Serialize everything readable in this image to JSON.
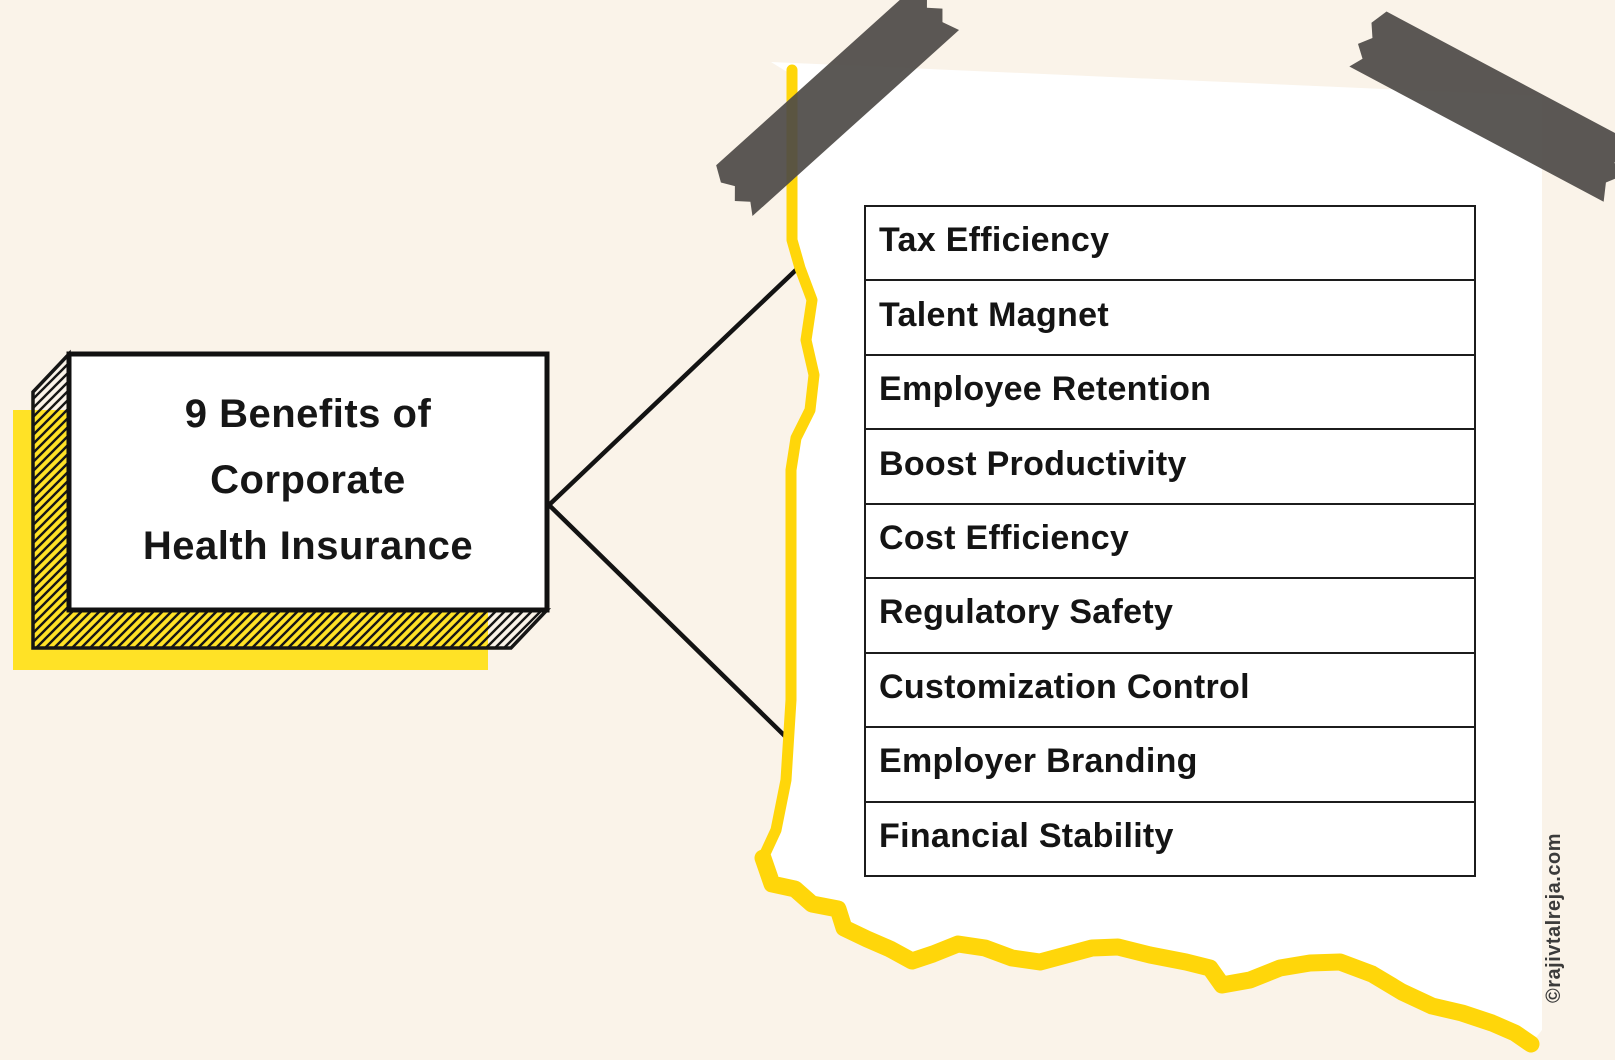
{
  "title_card": {
    "lines": [
      "9 Benefits of",
      "Corporate",
      "Health Insurance"
    ]
  },
  "benefits": [
    "Tax Efficiency",
    "Talent Magnet",
    "Employee Retention",
    "Boost Productivity",
    "Cost Efficiency",
    "Regulatory Safety",
    "Customization Control",
    "Employer Branding",
    "Financial Stability"
  ],
  "watermark": {
    "text": "©rajivtalreja.com"
  },
  "colors": {
    "background": "#FAF3E9",
    "paper": "#FFFFFF",
    "accent_yellow": "#FFD60A",
    "shadow_yellow": "#FFE226",
    "tape_gray": "#4D4A47",
    "ink": "#161616"
  }
}
